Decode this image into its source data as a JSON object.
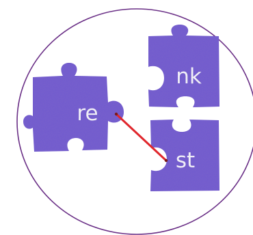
{
  "puzzle": {
    "pieces": [
      {
        "id": "left",
        "text": "re",
        "role": "prefix"
      },
      {
        "id": "top-right",
        "text": "nk",
        "role": "ending"
      },
      {
        "id": "bottom-right",
        "text": "st",
        "role": "ending"
      }
    ],
    "connection": {
      "from": "re",
      "to": "st"
    }
  },
  "colors": {
    "piece": "#7058cf",
    "piece_dark": "#5f47c2",
    "circle": "#6a2f86",
    "line": "#e0262c",
    "dot": "#7a1a1a",
    "text": "#ffffff"
  }
}
